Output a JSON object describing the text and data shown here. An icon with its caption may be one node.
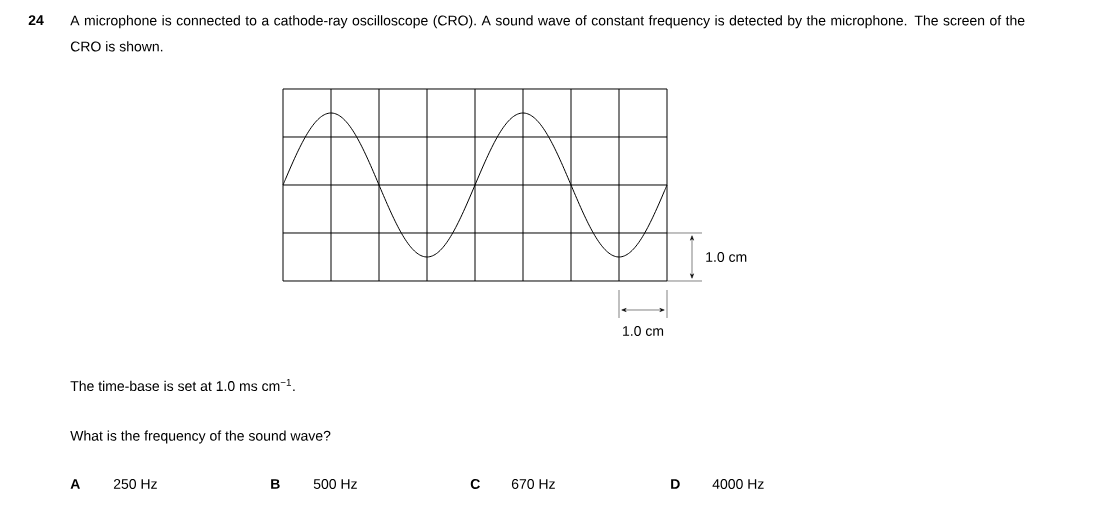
{
  "diagram": {
    "labels": [
      "24",
      "A microphone is connected to a cathode-ray oscilloscope (CRO). A sound wave of constant frequency is detected by the microphone. The screen of the CRO is shown.",
      "1.0 cm",
      "1.0 cm",
      "The time-base is set at 1.0 ms cm$^{−1}$.",
      "What is the frequency of the sound wave?",
      "A",
      "250 Hz",
      "B",
      "500 Hz",
      "C",
      "670 Hz",
      "D",
      "4000 Hz"
    ]
  }
}
